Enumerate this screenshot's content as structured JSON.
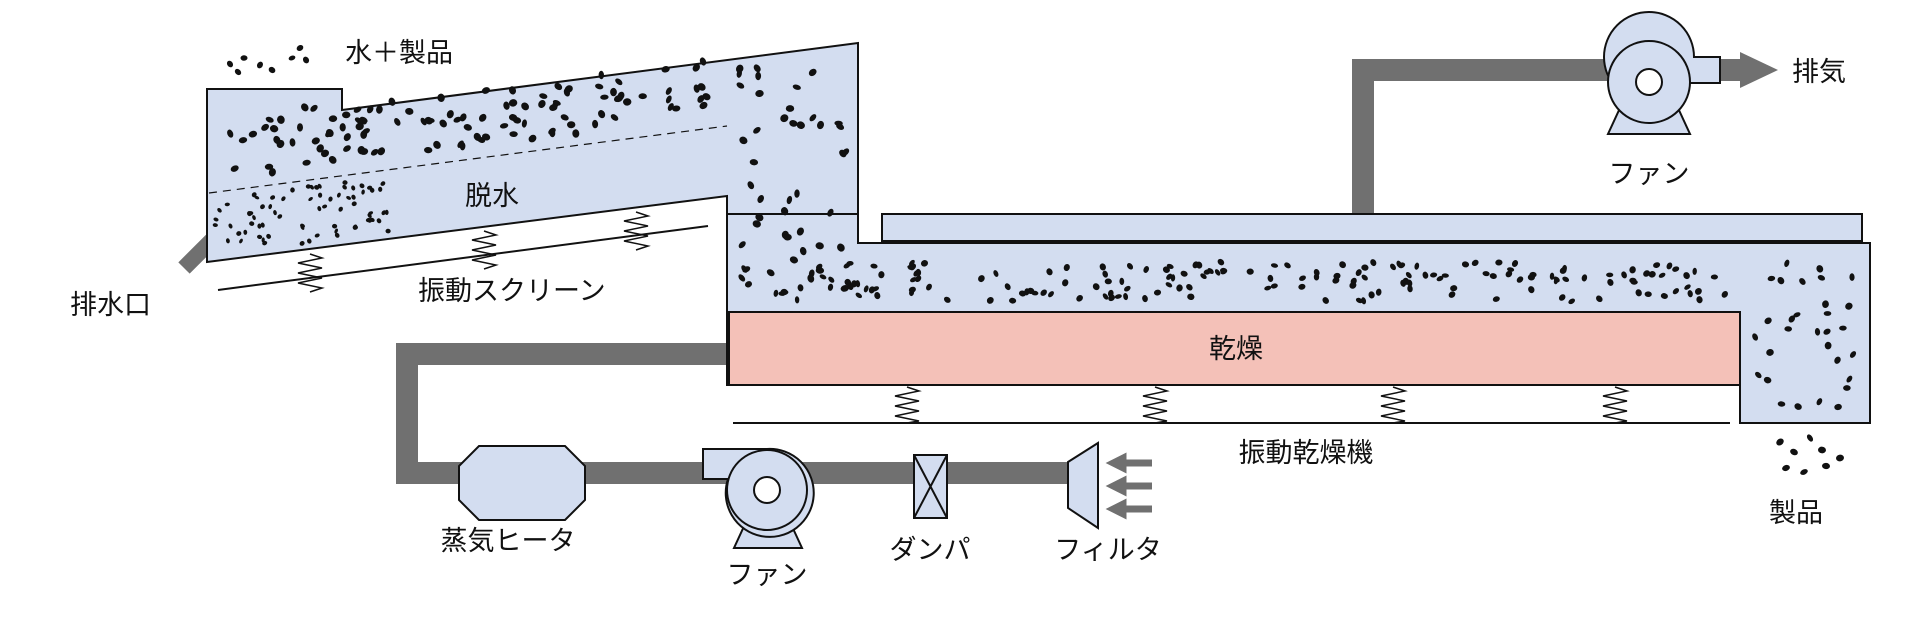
{
  "labels": {
    "feed": "水＋製品",
    "drain": "排水口",
    "dewatering": "脱水",
    "vibrating_screen": "振動スクリーン",
    "exhaust": "排気",
    "fan_top": "ファン",
    "drying": "乾燥",
    "vibrating_dryer": "振動乾燥機",
    "product": "製品",
    "steam_heater": "蒸気ヒータ",
    "fan_bottom": "ファン",
    "damper": "ダンパ",
    "filter": "フィルタ"
  },
  "colors": {
    "vessel_fill": "#d3ddf0",
    "drying_bed": "#f4c1b8",
    "duct": "#707070",
    "outline": "#111111"
  }
}
